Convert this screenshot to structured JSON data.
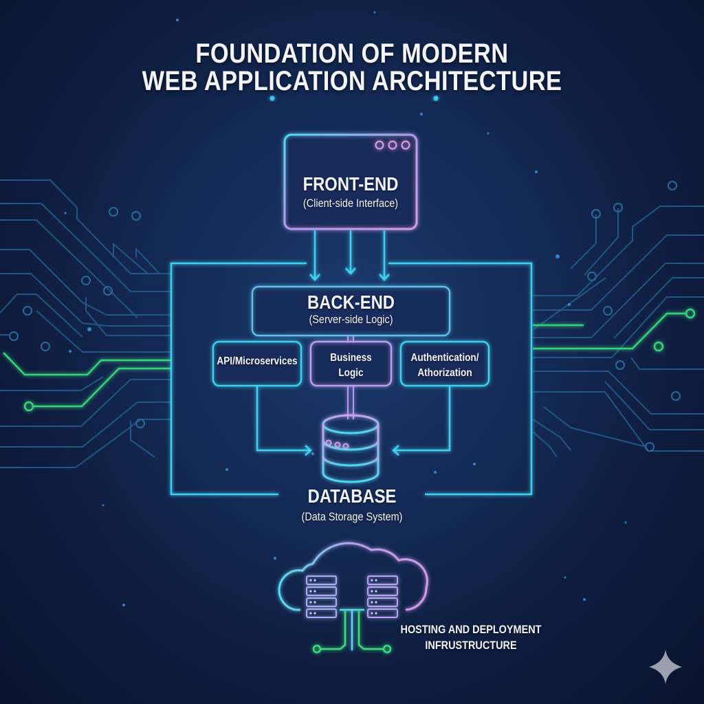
{
  "title": {
    "line1": "FOUNDATION OF MODERN",
    "line2": "WEB APPLICATION ARCHITECTURE"
  },
  "frontend": {
    "title": "FRONT-END",
    "subtitle": "(Client-side Interface)",
    "icon": "browser-window-icon"
  },
  "backend": {
    "title": "BACK-END",
    "subtitle": "(Server-side Logic)",
    "components": [
      {
        "label_line1": "API/Microservices",
        "label_line2": ""
      },
      {
        "label_line1": "Business",
        "label_line2": "Logic"
      },
      {
        "label_line1": "Authentication/",
        "label_line2": "Athorization"
      }
    ]
  },
  "database": {
    "title": "DATABASE",
    "subtitle": "(Data Storage System)",
    "icon": "database-icon"
  },
  "hosting": {
    "line1": "HOSTING AND DEPLOYMENT",
    "line2": "INFRUSTRUCTURE",
    "icon": "cloud-server-icon"
  },
  "colors": {
    "background": "#132a55",
    "cyan": "#3fd0f0",
    "violet": "#c8a0f0",
    "green": "#3ddc7a",
    "circuit": "#2a6a96",
    "text": "#f1f3f8"
  },
  "watermark_icon": "sparkle-icon"
}
